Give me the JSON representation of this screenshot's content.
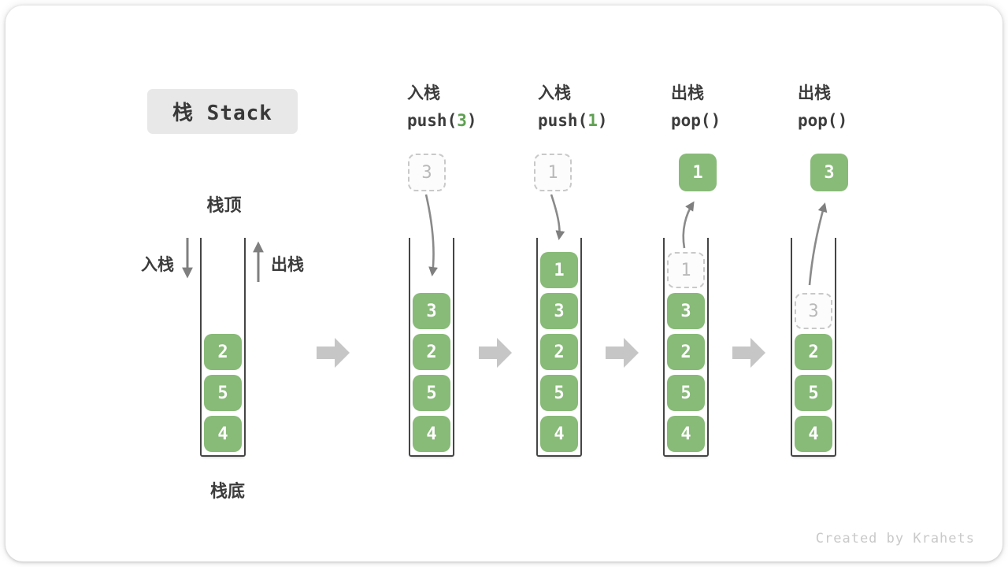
{
  "page": {
    "title": "栈 Stack",
    "credit": "Created by Krahets"
  },
  "labels": {
    "stack_top": "栈顶",
    "stack_bottom": "栈底",
    "push_direction": "入栈",
    "pop_direction": "出栈"
  },
  "operations": [
    {
      "name_cn": "入栈",
      "code_pre": "push(",
      "code_arg": "3",
      "code_post": ")"
    },
    {
      "name_cn": "入栈",
      "code_pre": "push(",
      "code_arg": "1",
      "code_post": ")"
    },
    {
      "name_cn": "出栈",
      "code_pre": "pop(",
      "code_arg": "",
      "code_post": ")"
    },
    {
      "name_cn": "出栈",
      "code_pre": "pop(",
      "code_arg": "",
      "code_post": ")"
    }
  ],
  "stacks": [
    {
      "items": [
        "2",
        "5",
        "4"
      ]
    },
    {
      "incoming": "3",
      "items": [
        "3",
        "2",
        "5",
        "4"
      ]
    },
    {
      "incoming": "1",
      "items": [
        "1",
        "3",
        "2",
        "5",
        "4"
      ]
    },
    {
      "outgoing": "1",
      "ghost": "1",
      "items": [
        "3",
        "2",
        "5",
        "4"
      ]
    },
    {
      "outgoing": "3",
      "ghost": "3",
      "items": [
        "2",
        "5",
        "4"
      ]
    }
  ],
  "colors": {
    "green": "#88BA78",
    "green-digit": "#5FA052",
    "arrow": "#7f7f7f",
    "block-arrow": "#c6c6c6",
    "wall": "#454545",
    "ghost-border": "#c9c9c9",
    "ghost-text": "#b9b9b9",
    "title-bg": "#e8e8e8",
    "ink": "#3c3c3c",
    "credit": "#c9c9c9"
  }
}
